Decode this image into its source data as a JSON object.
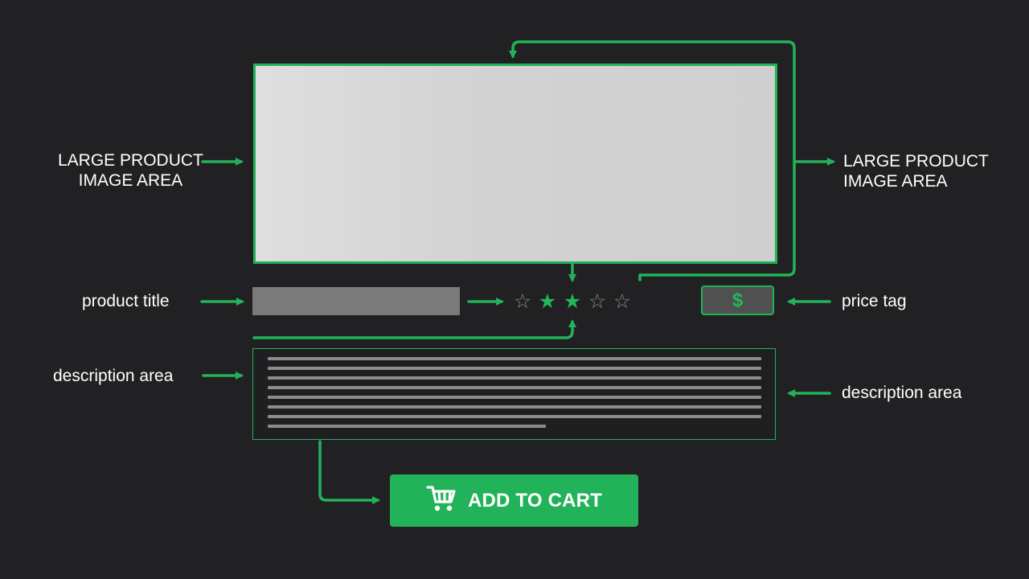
{
  "labels": {
    "image_left_line1": "LARGE PRODUCT",
    "image_left_line2": "IMAGE AREA",
    "image_right_line1": "LARGE PRODUCT",
    "image_right_line2": "IMAGE AREA",
    "product_title": "product title",
    "price_tag": "price tag",
    "description_left": "description area",
    "description_right": "description area"
  },
  "price": {
    "symbol": "$"
  },
  "rating": {
    "stars": [
      "☆",
      "★",
      "★",
      "☆",
      "☆"
    ]
  },
  "button": {
    "label": "ADD TO CART",
    "icon": "shopping-cart-icon"
  },
  "colors": {
    "background": "#212123",
    "accent_green": "#22b35a",
    "text": "#ffffff"
  }
}
